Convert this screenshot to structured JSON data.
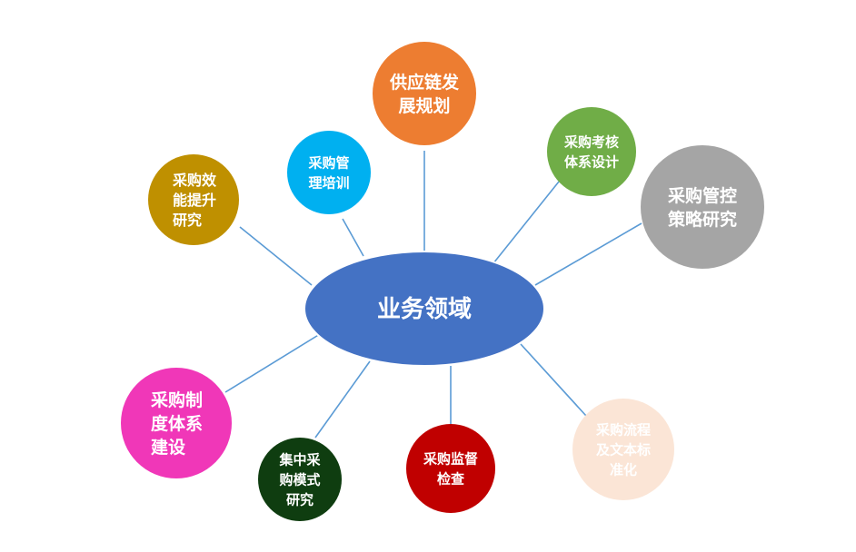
{
  "center": {
    "label": "业务领域",
    "color": "#4472c4"
  },
  "nodes": [
    {
      "id": "supply-chain-planning",
      "lines": [
        "供应链发",
        "展规划"
      ],
      "color": "#ed7d31",
      "text_color": "#ffffff"
    },
    {
      "id": "procurement-management-training",
      "lines": [
        "采购管",
        "理培训"
      ],
      "color": "#00b0f0",
      "text_color": "#ffffff"
    },
    {
      "id": "procurement-efficiency-research",
      "lines": [
        "采购效",
        "能提升",
        "研究"
      ],
      "color": "#bf9000",
      "text_color": "#ffffff"
    },
    {
      "id": "procurement-assessment-system",
      "lines": [
        "采购考核",
        "体系设计"
      ],
      "color": "#70ad47",
      "text_color": "#ffffff"
    },
    {
      "id": "procurement-control-strategy",
      "lines": [
        "采购管控",
        "策略研究"
      ],
      "color": "#a5a5a5",
      "text_color": "#ffffff"
    },
    {
      "id": "procurement-system-building",
      "lines": [
        "采购制",
        "度体系",
        "建设"
      ],
      "color": "#f037b8",
      "text_color": "#ffffff"
    },
    {
      "id": "centralized-procurement-model",
      "lines": [
        "集中采",
        "购模式",
        "研究"
      ],
      "color": "#0f3d10",
      "text_color": "#ffffff"
    },
    {
      "id": "procurement-supervision",
      "lines": [
        "采购监督",
        "检查"
      ],
      "color": "#c00000",
      "text_color": "#ffffff"
    },
    {
      "id": "procurement-process-standardization",
      "lines": [
        "采购流程",
        "及文本标",
        "准化"
      ],
      "color": "#fbe5d6",
      "text_color": "#ffffff"
    }
  ]
}
